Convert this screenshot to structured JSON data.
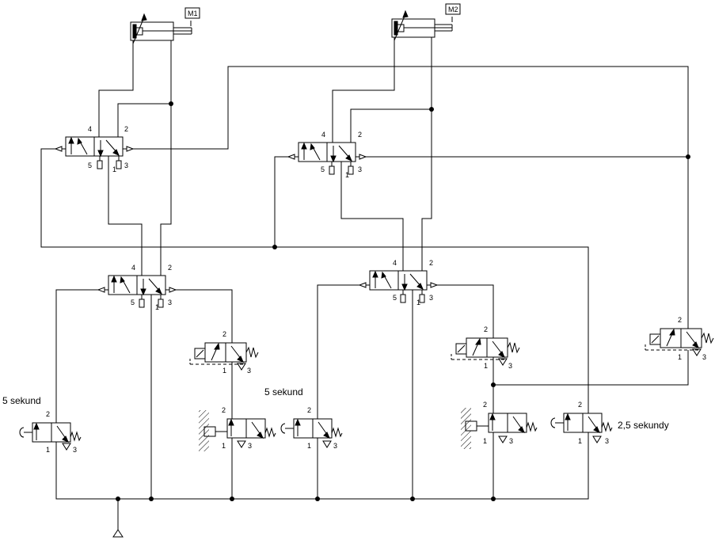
{
  "diagram": {
    "cylinders": [
      {
        "id": "cyl1",
        "label": "M1"
      },
      {
        "id": "cyl2",
        "label": "M2"
      }
    ],
    "timer_labels": {
      "left": "5  sekund",
      "middle": "5  sekund",
      "right": "2,5  sekundy"
    },
    "port_labels": [
      "4",
      "2",
      "5",
      "1",
      "3"
    ]
  }
}
